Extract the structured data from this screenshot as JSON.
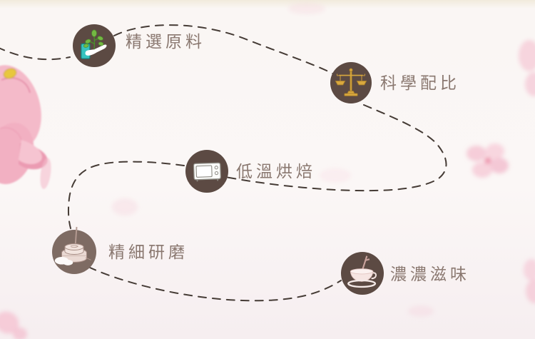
{
  "page": {
    "title": "production-process-infographic"
  },
  "steps": [
    {
      "id": 1,
      "label": "精選原料",
      "icon": "hand-sprout-icon"
    },
    {
      "id": 2,
      "label": "科學配比",
      "icon": "balance-scale-icon"
    },
    {
      "id": 3,
      "label": "低溫烘焙",
      "icon": "oven-icon"
    },
    {
      "id": 4,
      "label": "精細研磨",
      "icon": "grinder-icon"
    },
    {
      "id": 5,
      "label": "濃濃滋味",
      "icon": "teacup-icon"
    }
  ],
  "colors": {
    "circle_brown": "#5c4a43",
    "circle_brown_light": "#7e6b63",
    "dash": "#453b35",
    "text": "#8a7870",
    "gold": "#d9a83e",
    "teal": "#37c3bf",
    "leaf": "#74b843",
    "petal": "#f4bac9",
    "bud_yellow": "#e8c73c",
    "stone": "#ead9d3",
    "cup_pink": "#f6e5e2"
  }
}
